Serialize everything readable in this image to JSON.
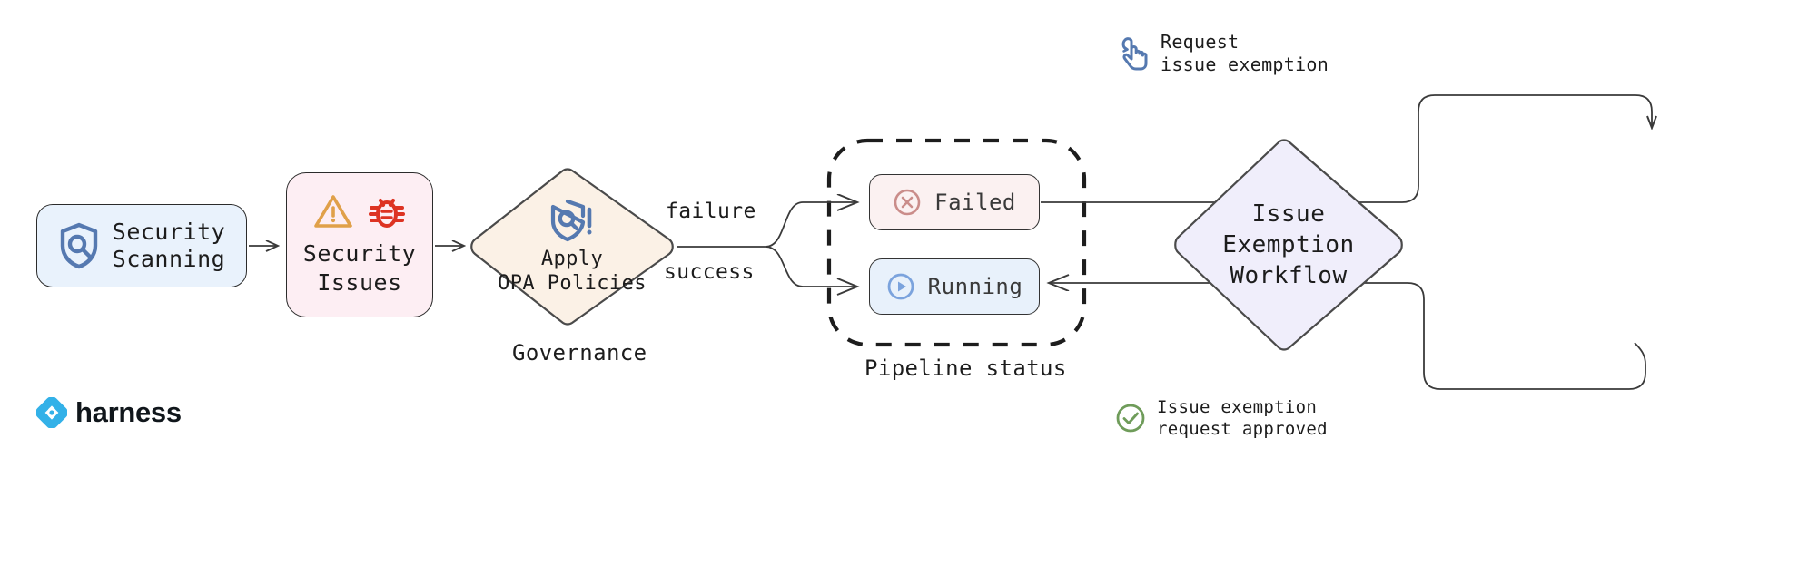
{
  "diagram": {
    "title": "Security scanning governance and issue exemption workflow",
    "colors": {
      "scanning_fill": "#e9f2fc",
      "issues_fill": "#fdeef3",
      "governance_fill": "#fbf1e6",
      "failed_fill": "#fbf1f1",
      "running_fill": "#e8f1fb",
      "exemption_fill": "#f0eefb",
      "stroke": "#2b2b2b",
      "icon_blue": "#5579b0",
      "icon_orange": "#e0a049",
      "icon_red": "#dd3322",
      "icon_rose": "#ca8d8a",
      "icon_green": "#6f9c5a",
      "brand_blue": "#33b1e8"
    },
    "nodes": {
      "security_scanning": {
        "label_line1": "Security",
        "label_line2": "Scanning",
        "icon": "shield-search-icon"
      },
      "security_issues": {
        "label_line1": "Security",
        "label_line2": "Issues",
        "icon_warning": "warning-triangle-icon",
        "icon_bug": "bug-icon"
      },
      "governance": {
        "label_line1": "Apply",
        "label_line2": "OPA Policies",
        "icon": "shield-search-alert-icon",
        "caption": "Governance"
      },
      "failed": {
        "label": "Failed",
        "icon": "circle-x-icon"
      },
      "running": {
        "label": "Running",
        "icon": "circle-play-icon"
      },
      "pipeline_status": {
        "caption": "Pipeline status"
      },
      "issue_exemption_workflow": {
        "label_line1": "Issue",
        "label_line2": "Exemption",
        "label_line3": "Workflow"
      }
    },
    "edge_labels": {
      "failure": "failure",
      "success": "success"
    },
    "annotations": {
      "request_exemption": {
        "icon": "click-hand-icon",
        "line1": "Request",
        "line2": "issue exemption"
      },
      "request_approved": {
        "icon": "circle-check-icon",
        "line1": "Issue exemption",
        "line2": "request approved"
      }
    },
    "branding": {
      "name": "harness",
      "icon": "harness-logo-icon"
    }
  }
}
